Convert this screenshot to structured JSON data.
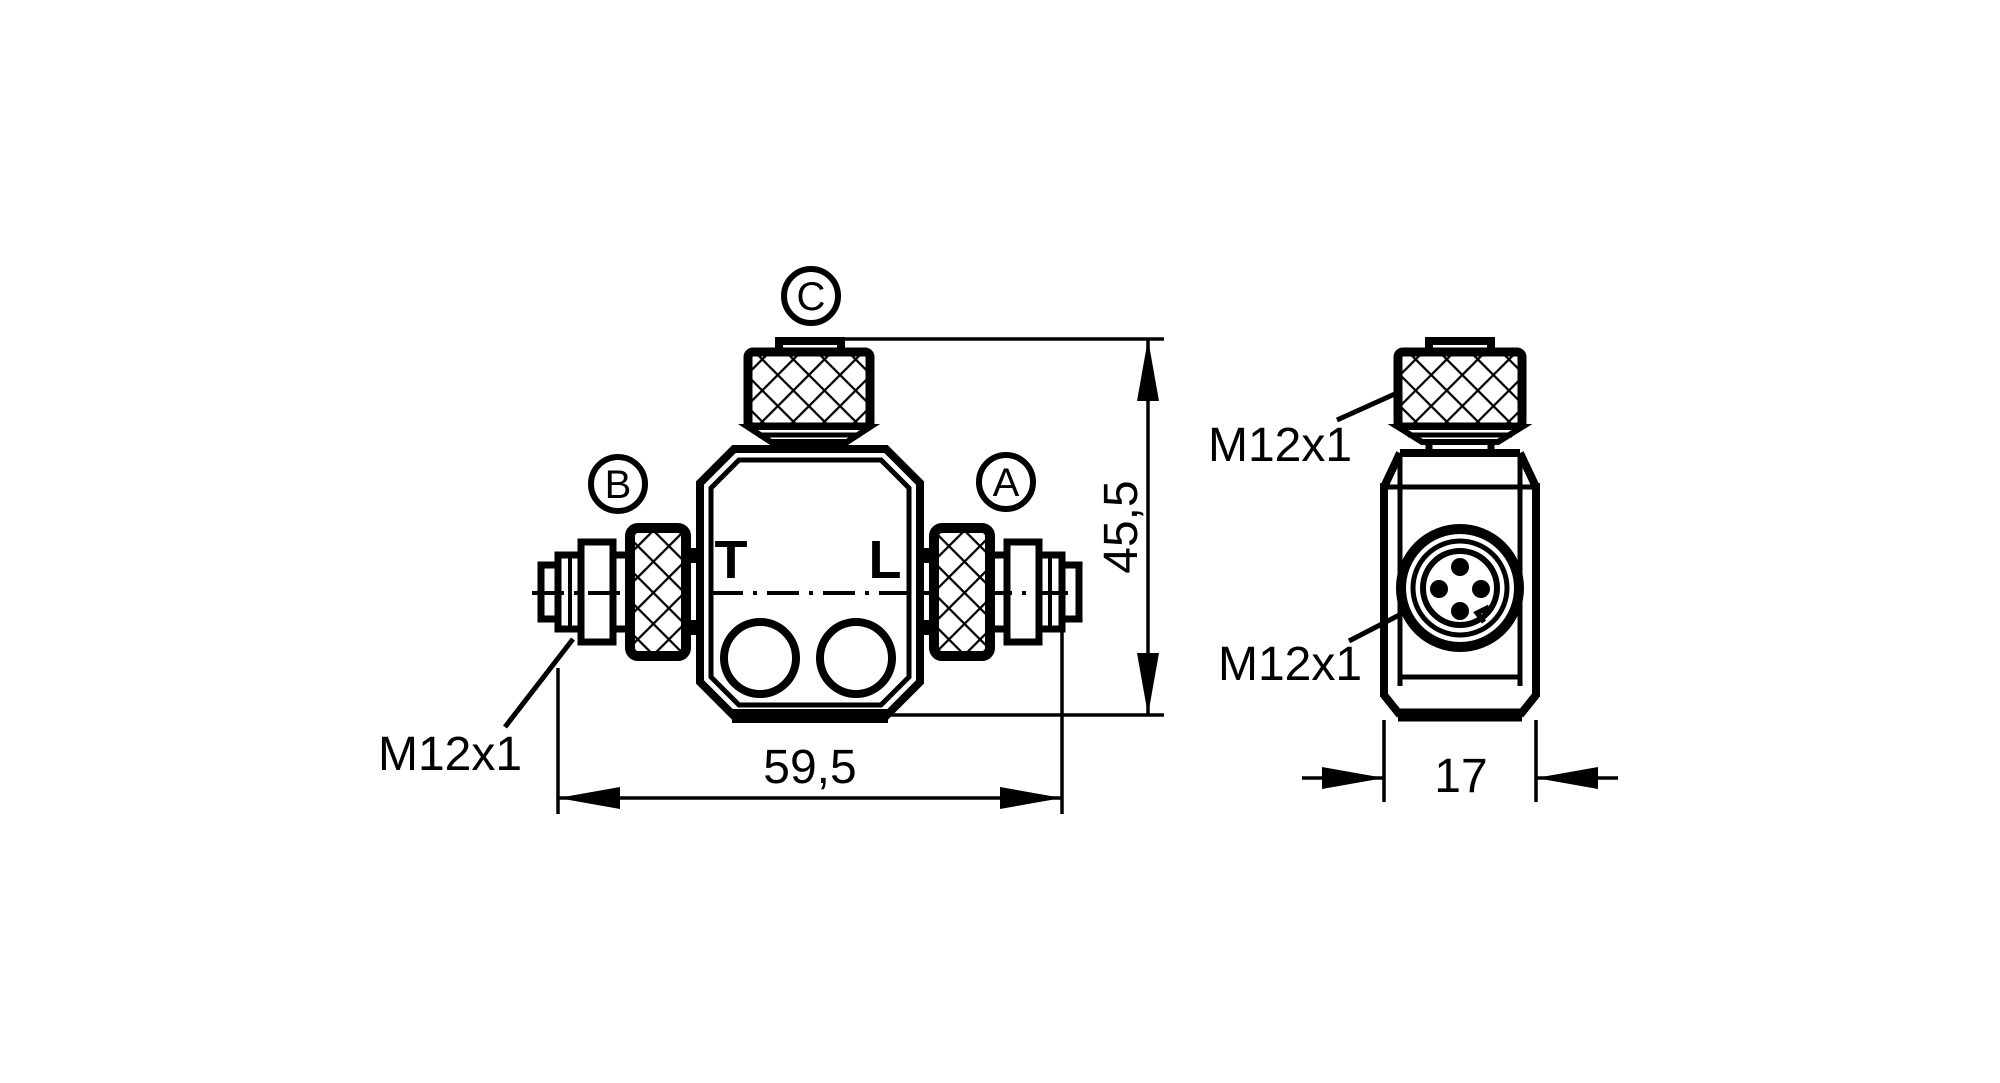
{
  "page": {
    "background": "#ffffff",
    "ink": "#000000"
  },
  "front_view": {
    "connector_labels": {
      "top": "C",
      "left": "B",
      "right": "A"
    },
    "housing_marks": {
      "left": "T",
      "right": "L"
    },
    "thread_label": "M12x1",
    "dims": {
      "width": "59,5",
      "height": "45,5"
    }
  },
  "side_view": {
    "thread_labels": {
      "top_connector": "M12x1",
      "front_socket": "M12x1"
    },
    "dims": {
      "depth": "17"
    }
  }
}
